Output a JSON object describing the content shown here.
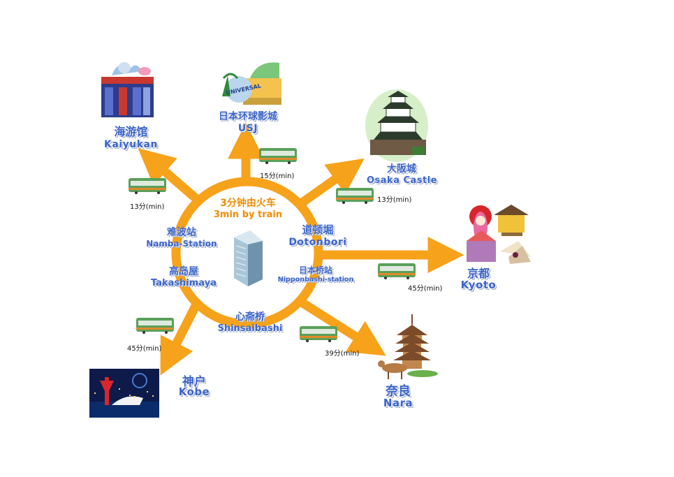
{
  "center": {
    "line1": "3分钟由火车",
    "line2": "3min by train",
    "stops": [
      {
        "cn": "难波站",
        "en": "Namba-Station"
      },
      {
        "cn": "道顿堀",
        "en": "Dotonbori"
      },
      {
        "cn": "高岛屋",
        "en": "Takashimaya"
      },
      {
        "cn": "日本桥站",
        "en": "Nipponbashi-station"
      },
      {
        "cn": "心斋桥",
        "en": "Shinsaibashi"
      }
    ]
  },
  "destinations": {
    "kaiyukan": {
      "cn": "海游馆",
      "en": "Kaiyukan",
      "time": "13分(min)"
    },
    "usj": {
      "cn": "日本环球影城",
      "en": "USJ",
      "time": "15分(min)",
      "logo_text": "UNIVERSAL"
    },
    "osaka_castle": {
      "cn": "大阪城",
      "en": "Osaka  Castle",
      "time": "13分(min)"
    },
    "kyoto": {
      "cn": "京都",
      "en": "Kyoto",
      "time": "45分(min)"
    },
    "nara": {
      "cn": "奈良",
      "en": "Nara",
      "time": "39分(min)"
    },
    "kobe": {
      "cn": "神户",
      "en": "Kobe",
      "time": "45分(min)"
    }
  },
  "colors": {
    "arrow": "#f7a21b",
    "label": "#3b64c8",
    "center_title": "#f28c00",
    "train": "#5aa05a"
  }
}
